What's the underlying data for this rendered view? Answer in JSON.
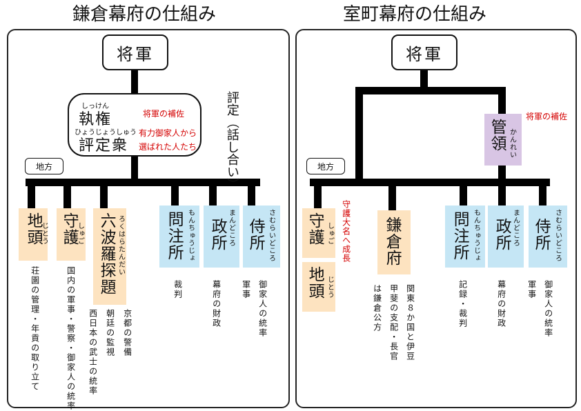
{
  "kamakura": {
    "title": "鎌倉幕府の仕組み",
    "shogun": "将軍",
    "shikken": {
      "label": "執権",
      "furigana": "しっけん",
      "note": "将軍の補佐"
    },
    "hyojoshu": {
      "label": "評定衆",
      "furigana": "ひょうじょうしゅう",
      "note": "有力御家人から選ばれた人たち",
      "note_line1": "有力御家人から",
      "note_line2": "選ばれた人たち"
    },
    "hyojo_text": "評定（話し合い）",
    "chiho_label": "地方",
    "offices": [
      {
        "label": "地頭",
        "furigana": "じとう",
        "desc": "荘園の管理・年貢の取り立て"
      },
      {
        "label": "守護",
        "furigana": "しゅご",
        "desc": "国内の軍事・警察・御家人の統率"
      },
      {
        "label": "六波羅探題",
        "furigana": "ろくはらたんだい",
        "desc_col1": "京都の警備",
        "desc_col2": "朝廷の監視",
        "desc_col3": "西日本の武士の統率"
      },
      {
        "label": "問注所",
        "furigana": "もんちゅうじょ",
        "desc": "裁判"
      },
      {
        "label": "政所",
        "furigana": "まんどころ",
        "desc": "幕府の財政"
      },
      {
        "label": "侍所",
        "furigana": "さむらいどころ",
        "desc_col1": "御家人の統率",
        "desc_col2": "軍事"
      }
    ]
  },
  "muromachi": {
    "title": "室町幕府の仕組み",
    "shogun": "将軍",
    "kanrei": {
      "label": "管領",
      "furigana": "かんれい",
      "note": "将軍の補佐"
    },
    "chiho_label": "地方",
    "shugo": {
      "label": "守護",
      "furigana": "しゅご",
      "note": "守護大名へ成長"
    },
    "jito": {
      "label": "地頭",
      "furigana": "じとう"
    },
    "kamakurafu": {
      "label": "鎌倉府",
      "desc_col1": "関東８か国と伊豆",
      "desc_col2": "甲斐の支配・長官",
      "desc_col3": "は鎌倉公方"
    },
    "offices": [
      {
        "label": "問注所",
        "furigana": "もんちゅうじょ",
        "desc": "記録・裁判"
      },
      {
        "label": "政所",
        "furigana": "まんどころ",
        "desc": "幕府の財政"
      },
      {
        "label": "侍所",
        "furigana": "さむらいどころ",
        "desc_col1": "御家人の統率",
        "desc_col2": "軍事"
      }
    ]
  }
}
